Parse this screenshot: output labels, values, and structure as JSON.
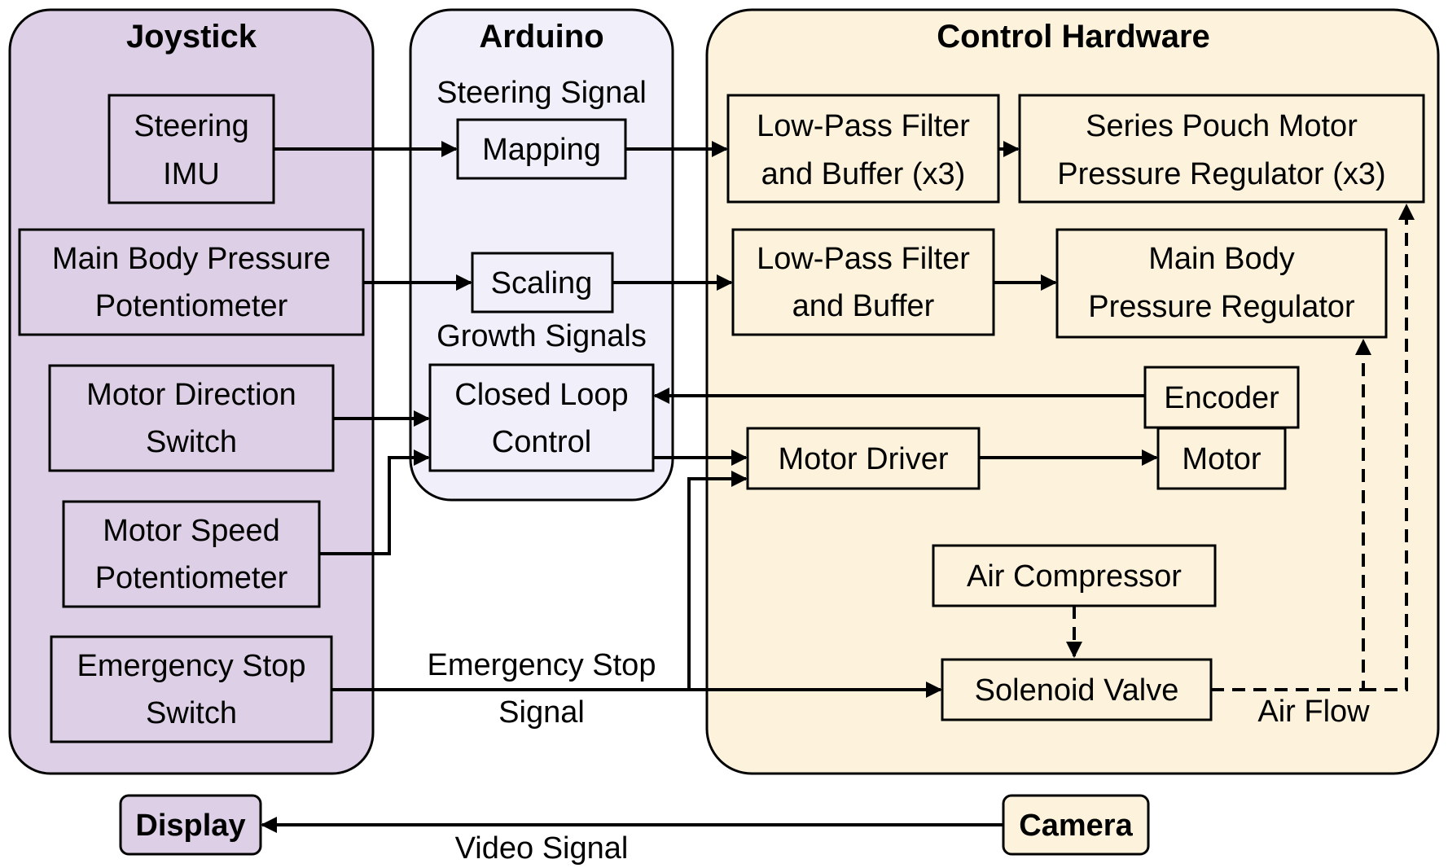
{
  "panels": {
    "joystick": {
      "title": "Joystick",
      "fill": "#ddd0e6"
    },
    "arduino": {
      "title": "Arduino",
      "fill": "#f1eff9"
    },
    "control": {
      "title": "Control Hardware",
      "fill": "#fdf3dc"
    }
  },
  "joystick": {
    "steering_imu": [
      "Steering",
      "IMU"
    ],
    "main_body_pot": [
      "Main Body Pressure",
      "Potentiometer"
    ],
    "motor_dir_switch": [
      "Motor Direction",
      "Switch"
    ],
    "motor_speed_pot": [
      "Motor Speed",
      "Potentiometer"
    ],
    "estop_switch": [
      "Emergency Stop",
      "Switch"
    ]
  },
  "arduino": {
    "steering_signal": "Steering Signal",
    "mapping": "Mapping",
    "scaling": "Scaling",
    "growth_signals": "Growth Signals",
    "closed_loop": [
      "Closed Loop",
      "Control"
    ]
  },
  "control": {
    "lpf_x3": [
      "Low-Pass Filter",
      "and Buffer (x3)"
    ],
    "series_reg": [
      "Series Pouch Motor",
      "Pressure Regulator (x3)"
    ],
    "lpf": [
      "Low-Pass Filter",
      "and Buffer"
    ],
    "main_reg": [
      "Main Body",
      "Pressure Regulator"
    ],
    "encoder": "Encoder",
    "motor_driver": "Motor Driver",
    "motor": "Motor",
    "air_compressor": "Air Compressor",
    "solenoid": "Solenoid Valve",
    "air_flow": "Air Flow"
  },
  "signals": {
    "estop_signal": [
      "Emergency Stop",
      "Signal"
    ],
    "video_signal": "Video Signal"
  },
  "display": {
    "label": "Display",
    "fill": "#ddd0e6"
  },
  "camera": {
    "label": "Camera",
    "fill": "#fdf3dc"
  }
}
